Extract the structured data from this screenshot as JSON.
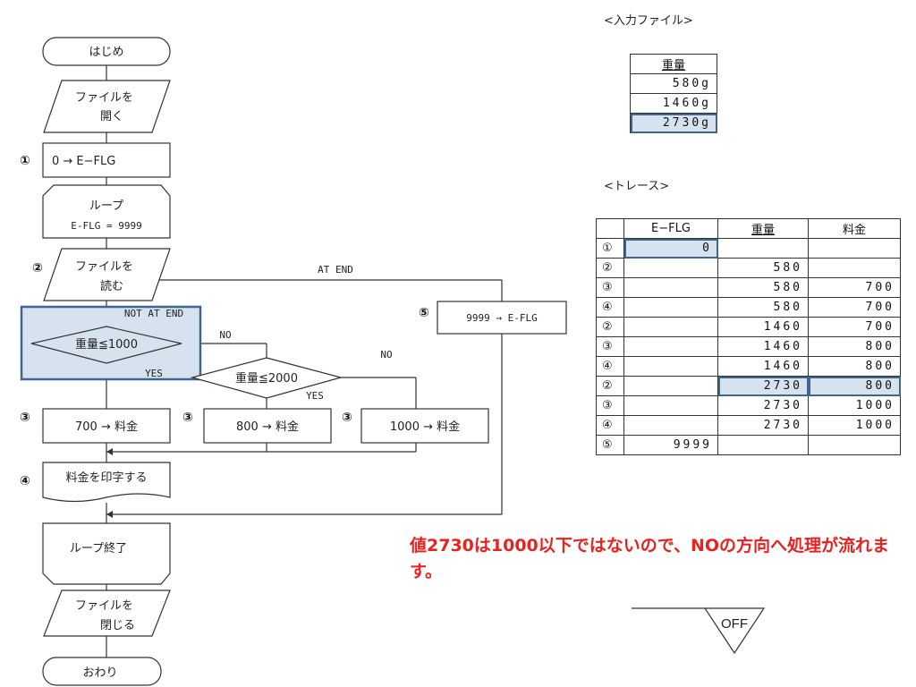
{
  "flowchart": {
    "start": "はじめ",
    "open_file_line1": "ファイルを",
    "open_file_line2": "開く",
    "step1_num": "①",
    "step1_text": "0 → E−FLG",
    "loop_line1": "ループ",
    "loop_line2": "E-FLG = 9999",
    "step2_num": "②",
    "read_line1": "ファイルを",
    "read_line2": "読む",
    "at_end": "AT END",
    "not_at_end": "NOT AT END",
    "step5_num": "⑤",
    "step5_text": "9999 → E-FLG",
    "decision1": "重量≦1000",
    "decision1_no": "NO",
    "decision1_yes": "YES",
    "decision2": "重量≦2000",
    "decision2_no": "NO",
    "decision2_yes": "YES",
    "step3_num": "③",
    "step3a_text": "700 → 料金",
    "step3b_text": "800 → 料金",
    "step3c_text": "1000 → 料金",
    "step4_num": "④",
    "print_text": "料金を印字する",
    "loop_end": "ループ終了",
    "close_line1": "ファイルを",
    "close_line2": "閉じる",
    "end": "おわり"
  },
  "input_file": {
    "title": "<入力ファイル>",
    "header": "重量",
    "rows": [
      "580g",
      "1460g",
      "2730g"
    ]
  },
  "trace": {
    "title": "<トレース>",
    "headers": [
      "",
      "E−FLG",
      "重量",
      "料金"
    ],
    "rows": [
      [
        "①",
        "0",
        "",
        ""
      ],
      [
        "②",
        "",
        "580",
        ""
      ],
      [
        "③",
        "",
        "580",
        "700"
      ],
      [
        "④",
        "",
        "580",
        "700"
      ],
      [
        "②",
        "",
        "1460",
        "700"
      ],
      [
        "③",
        "",
        "1460",
        "800"
      ],
      [
        "④",
        "",
        "1460",
        "800"
      ],
      [
        "②",
        "",
        "2730",
        "800"
      ],
      [
        "③",
        "",
        "2730",
        "1000"
      ],
      [
        "④",
        "",
        "2730",
        "1000"
      ],
      [
        "⑤",
        "9999",
        "",
        ""
      ]
    ]
  },
  "note": "値2730は1000以下ではないので、NOの方向へ処理が流れます。",
  "off_label": "OFF",
  "colors": {
    "highlight_fill": "#d7e2ef",
    "highlight_border": "#3f6690",
    "note_red": "#e8231f"
  }
}
